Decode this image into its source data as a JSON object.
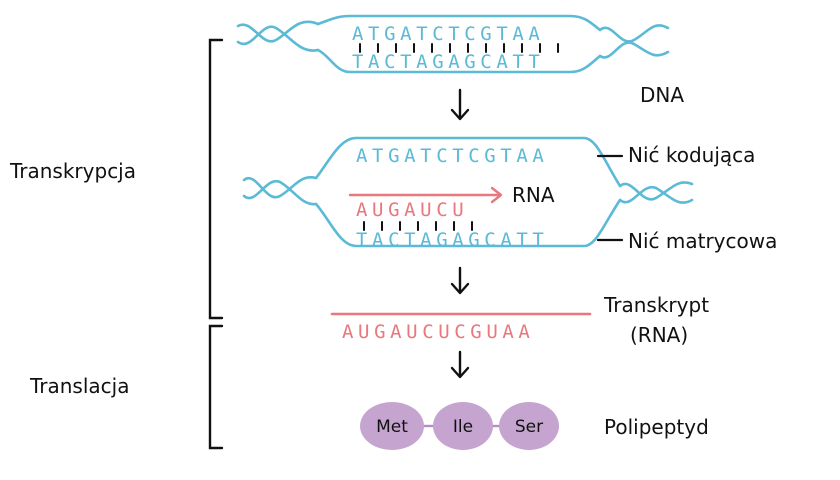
{
  "colors": {
    "dna": "#5bbad5",
    "rna": "#e8787e",
    "protein": "#c5a5d0",
    "ink": "#111111"
  },
  "labels": {
    "transkrypcja": "Transkrypcja",
    "translacja": "Translacja",
    "dna": "DNA",
    "nic_kodujaca": "Nić kodująca",
    "nic_matrycowa": "Nić matrycowa",
    "rna": "RNA",
    "transkrypt_line1": "Transkrypt",
    "transkrypt_line2": "(RNA)",
    "polipeptyd": "Polipeptyd"
  },
  "sequences": {
    "dna_top": "ATGATCTCGTAA",
    "dna_bottom": "TACTAGAGCATT",
    "coding_strand": "ATGATCTCGTAA",
    "rna_growing": "AUGAUCU",
    "template_strand": "TACTAGAGCATT",
    "transcript": "AUGAUCUCGUAA"
  },
  "amino_acids": [
    "Met",
    "Ile",
    "Ser"
  ]
}
